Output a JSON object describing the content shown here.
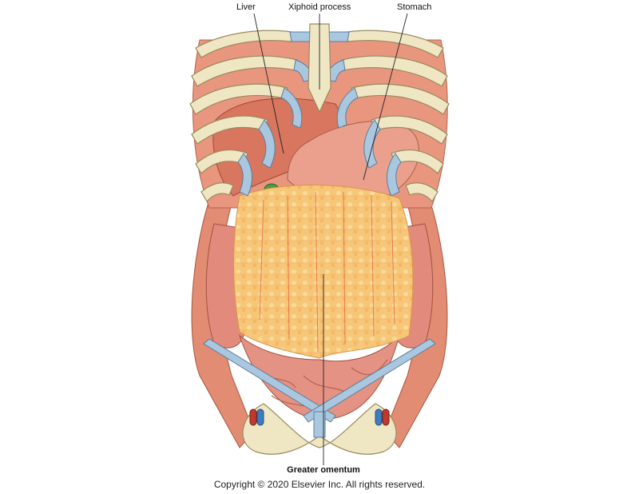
{
  "labels": {
    "liver": "Liver",
    "xiphoid": "Xiphoid process",
    "stomach": "Stomach",
    "omentum": "Greater omentum"
  },
  "copyright": "Copyright © 2020 Elsevier Inc. All rights reserved.",
  "colors": {
    "rib": "#efe6c4",
    "costal_cartilage": "#a9c8e0",
    "muscle": "#e9967f",
    "liver": "#d8765f",
    "stomach": "#eaa08d",
    "omentum": "#f7c779",
    "intestine": "#e28a7c",
    "gallbladder": "#4d9a44",
    "artery": "#c0392b",
    "vein": "#3e7bbf"
  }
}
